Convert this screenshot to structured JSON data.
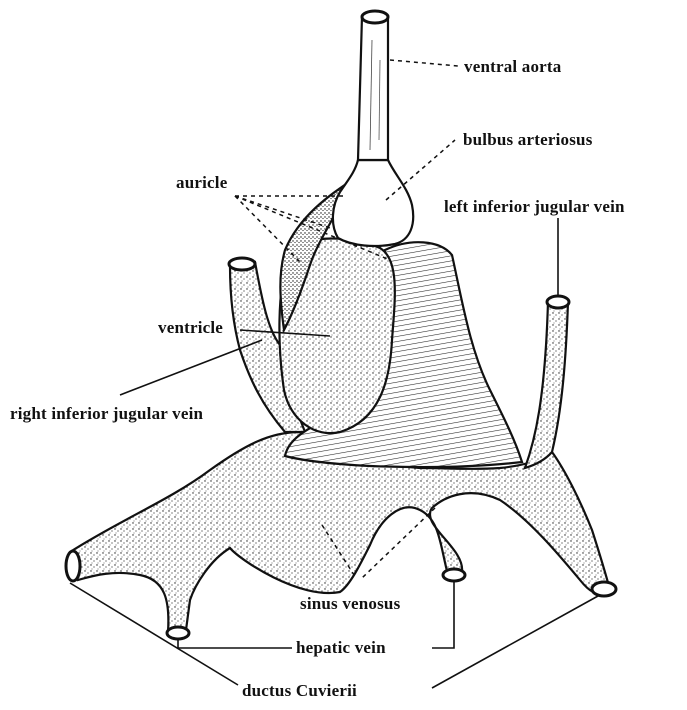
{
  "labels": {
    "ventral_aorta": "ventral aorta",
    "bulbus_arteriosus": "bulbus arteriosus",
    "auricle": "auricle",
    "left_inferior_jugular_vein": "left inferior jugular vein",
    "ventricle": "ventricle",
    "right_inferior_jugular_vein": "right inferior jugular vein",
    "sinus_venosus": "sinus venosus",
    "hepatic_vein": "hepatic vein",
    "ductus_cuvierii": "ductus Cuvierii"
  }
}
